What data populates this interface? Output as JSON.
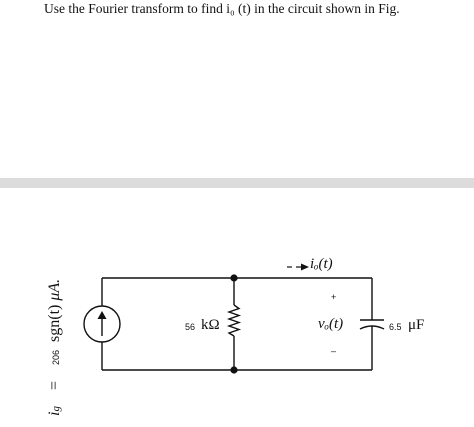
{
  "question": {
    "text": "Use the Fourier transform to find i₀ (t) in the circuit shown in Fig."
  },
  "colors": {
    "divider": "#dcdcdc",
    "ink": "#111111"
  },
  "circuit": {
    "source_label": {
      "symbol": "i",
      "subscript": "g",
      "equals": "=",
      "magnitude": "206",
      "function": "sgn(t)",
      "unit": "μA."
    },
    "resistor": {
      "value": "56",
      "unit": "kΩ"
    },
    "output_current": {
      "label": "iₒ(t)"
    },
    "capacitor_voltage": {
      "plus": "+",
      "label": "vₒ(t)",
      "minus": "–"
    },
    "capacitor": {
      "value": "6.5",
      "unit": "μF"
    },
    "icons": {
      "source": "current-source-icon",
      "resistor": "resistor-icon",
      "capacitor": "capacitor-icon"
    }
  }
}
